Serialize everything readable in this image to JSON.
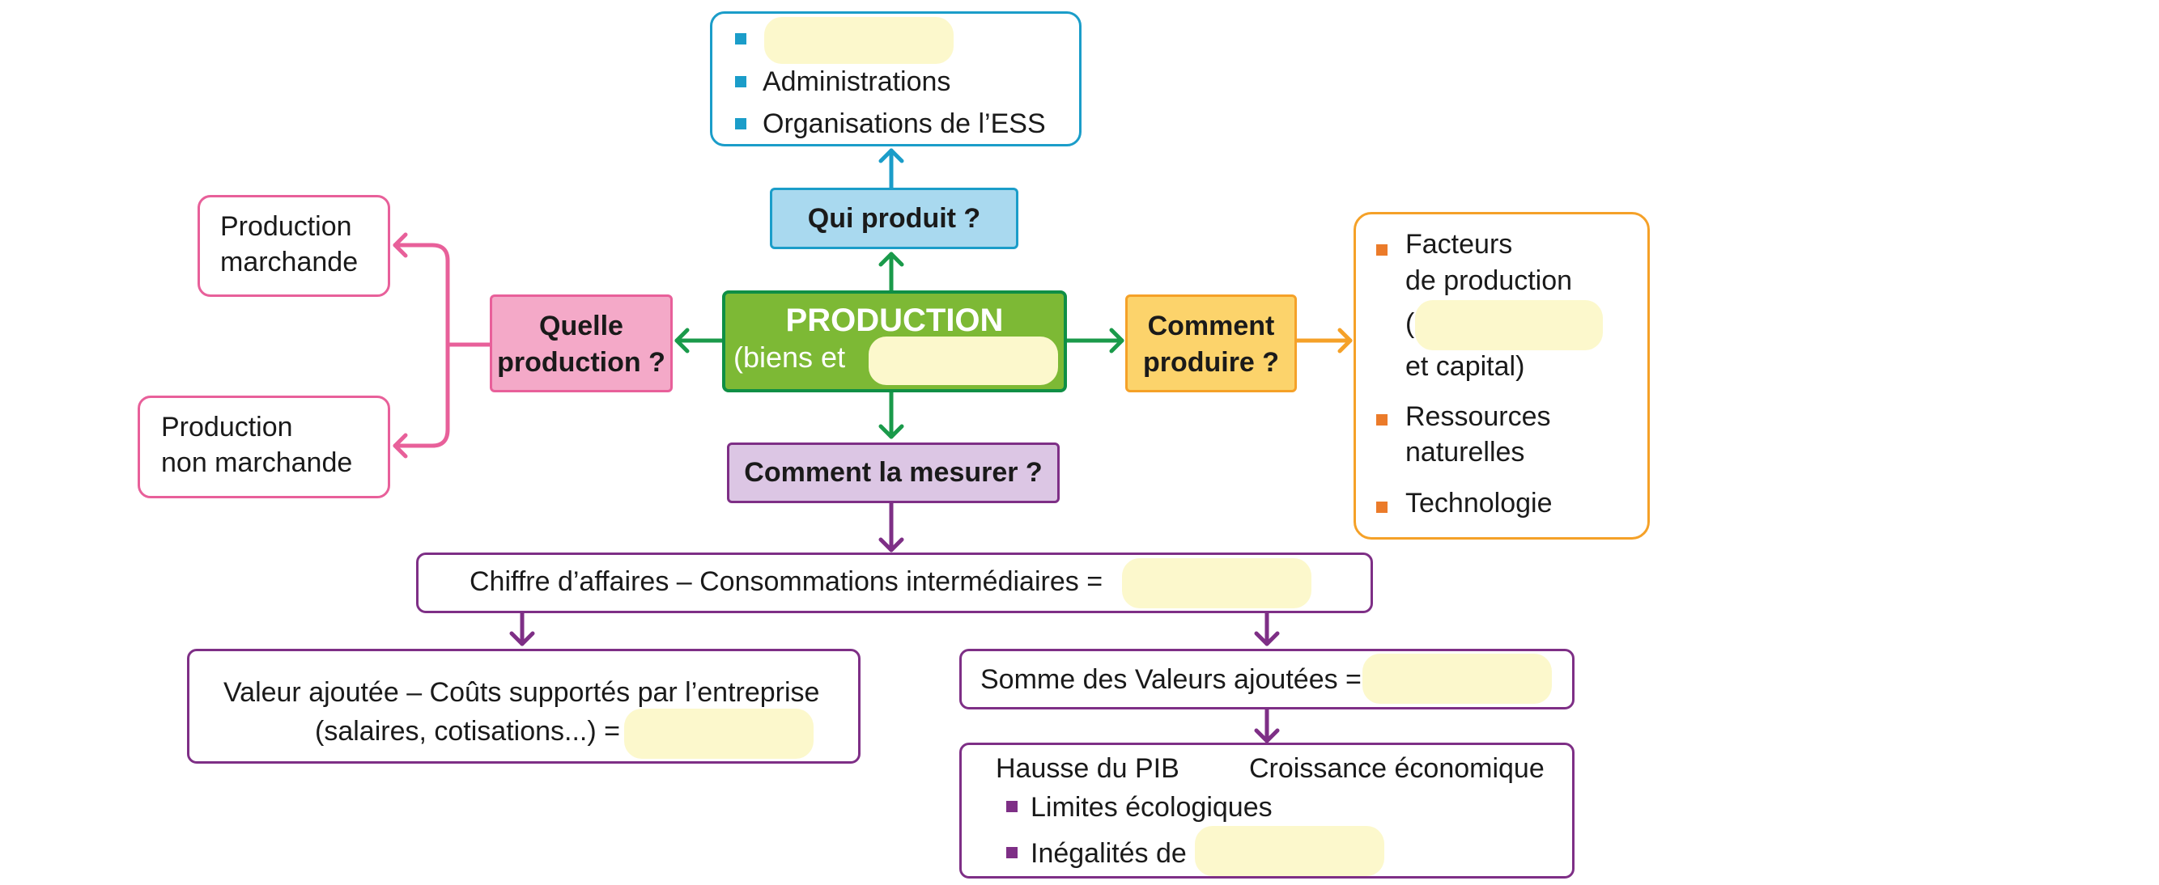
{
  "center": {
    "title": "PRODUCTION",
    "subtitle": "(biens et"
  },
  "who": {
    "question": "Qui produit ?",
    "items": [
      "",
      "Administrations",
      "Organisations de l’ESS"
    ]
  },
  "which": {
    "question_line1": "Quelle",
    "question_line2": "production ?",
    "market": [
      "Production",
      "marchande"
    ],
    "non_market": [
      "Production",
      "non marchande"
    ]
  },
  "how": {
    "question_line1": "Comment",
    "question_line2": "produire ?",
    "factors": [
      "Facteurs",
      "de production",
      "(",
      "et capital)"
    ],
    "resources": [
      "Ressources",
      "naturelles"
    ],
    "technology": "Technologie"
  },
  "measure": {
    "question": "Comment la mesurer ?",
    "va_formula": "Chiffre d’affaires – Consommations intermédiaires =",
    "profit_line1": "Valeur ajoutée – Coûts supportés par l’entreprise",
    "profit_line2": "(salaires, cotisations...) =",
    "sum_formula": "Somme des Valeurs ajoutées =",
    "pib_left": "Hausse du PIB",
    "pib_right": "Croissance économique",
    "limits": [
      "Limites écologiques",
      "Inégalités de"
    ]
  },
  "colors": {
    "green": "#7db935",
    "blue": "#1b9dc9",
    "pink": "#e8609a",
    "orange": "#f5a128",
    "purple": "#7e2f86",
    "blank": "#fcf8cc"
  }
}
